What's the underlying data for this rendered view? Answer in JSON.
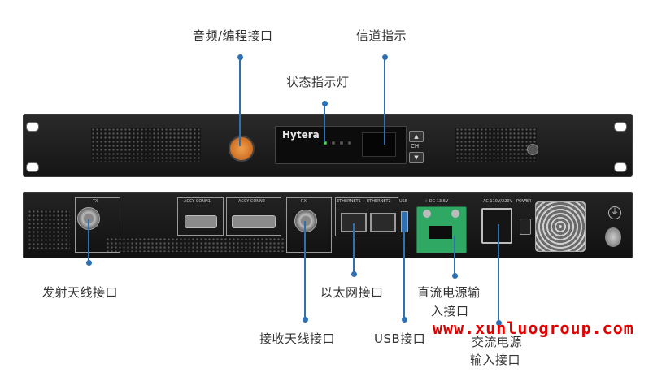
{
  "callouts": {
    "audio_port": "音频/编程接口",
    "channel_indicator": "信道指示",
    "status_indicator": "状态指示灯",
    "tx_antenna": "发射天线接口",
    "ethernet": "以太网接口",
    "dc_power_line1": "直流电源输",
    "dc_power_line2": "入接口",
    "rx_antenna": "接收天线接口",
    "usb": "USB接口",
    "ac_power_line1": "交流电源",
    "ac_power_line2": "输入接口"
  },
  "front_panel": {
    "brand": "Hytera",
    "channel_label": "CH",
    "up_arrow": "▲",
    "down_arrow": "▼"
  },
  "rear_panel": {
    "tx_label": "TX",
    "accy1_label": "ACCY CONN1",
    "accy2_label": "ACCY CONN2",
    "rx_label": "RX",
    "eth1_label": "ETHERNET1",
    "eth2_label": "ETHERNET2",
    "usb_label": "USB",
    "dc_label": "+  DC 13.6V  −",
    "ac_label": "AC  110V/220V",
    "power_label": "POWER"
  },
  "watermark": "www.xunluogroup.com"
}
